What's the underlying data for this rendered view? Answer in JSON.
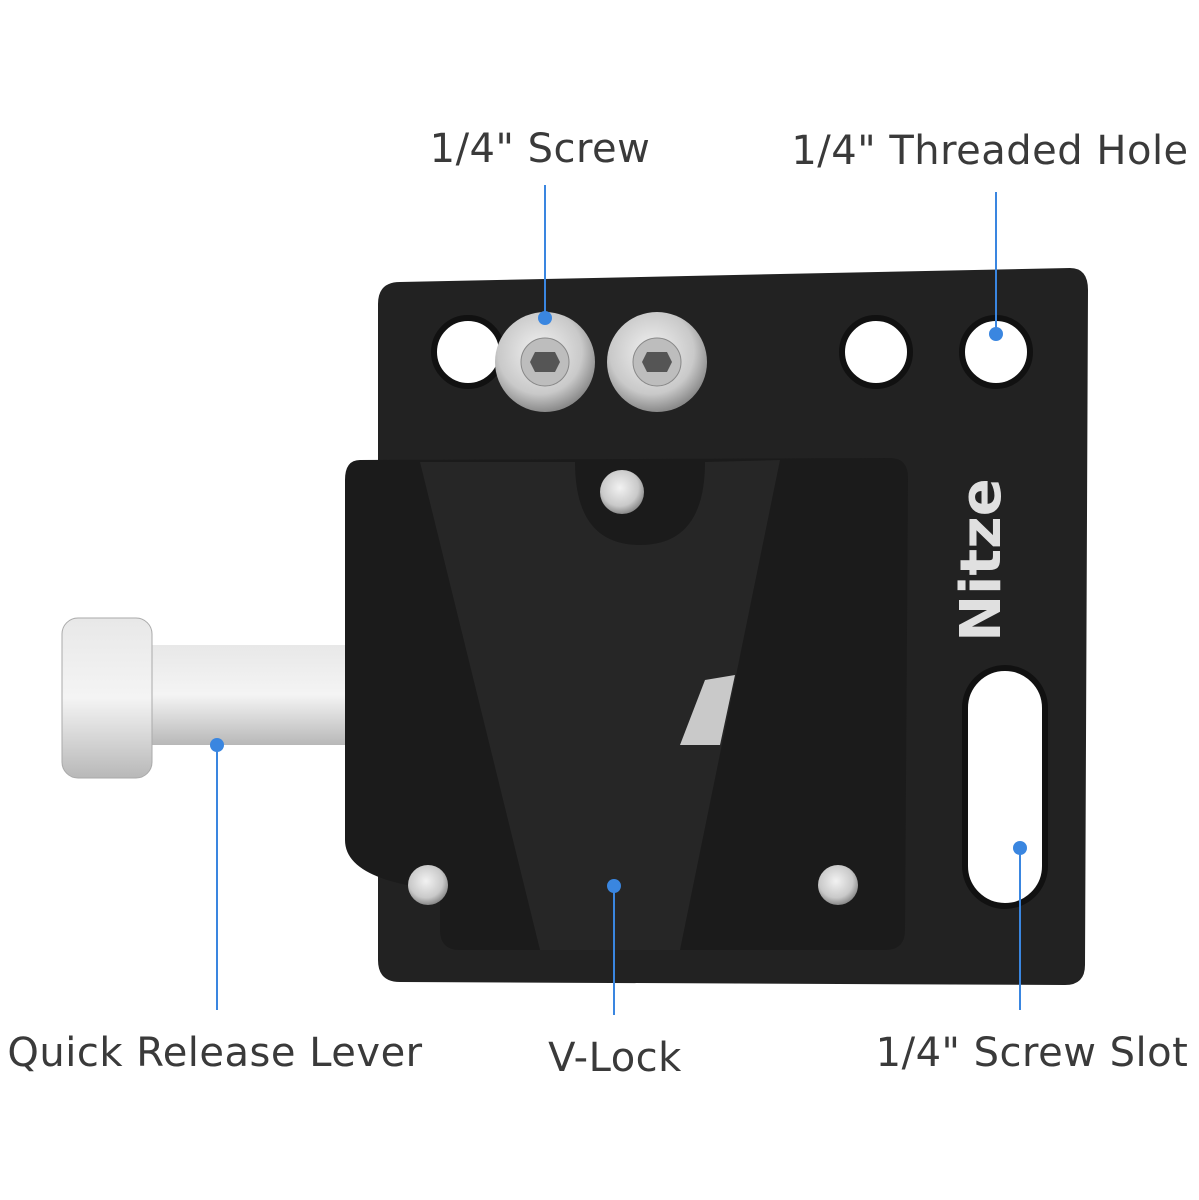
{
  "brand": "Nitze",
  "accent_color": "#3a86e0",
  "callouts": [
    {
      "id": "screw",
      "label": "1/4\" Screw"
    },
    {
      "id": "threaded-hole",
      "label": "1/4\" Threaded Hole"
    },
    {
      "id": "quick-release-lever",
      "label": "Quick Release Lever"
    },
    {
      "id": "v-lock",
      "label": "V-Lock"
    },
    {
      "id": "screw-slot",
      "label": "1/4\" Screw Slot"
    }
  ]
}
